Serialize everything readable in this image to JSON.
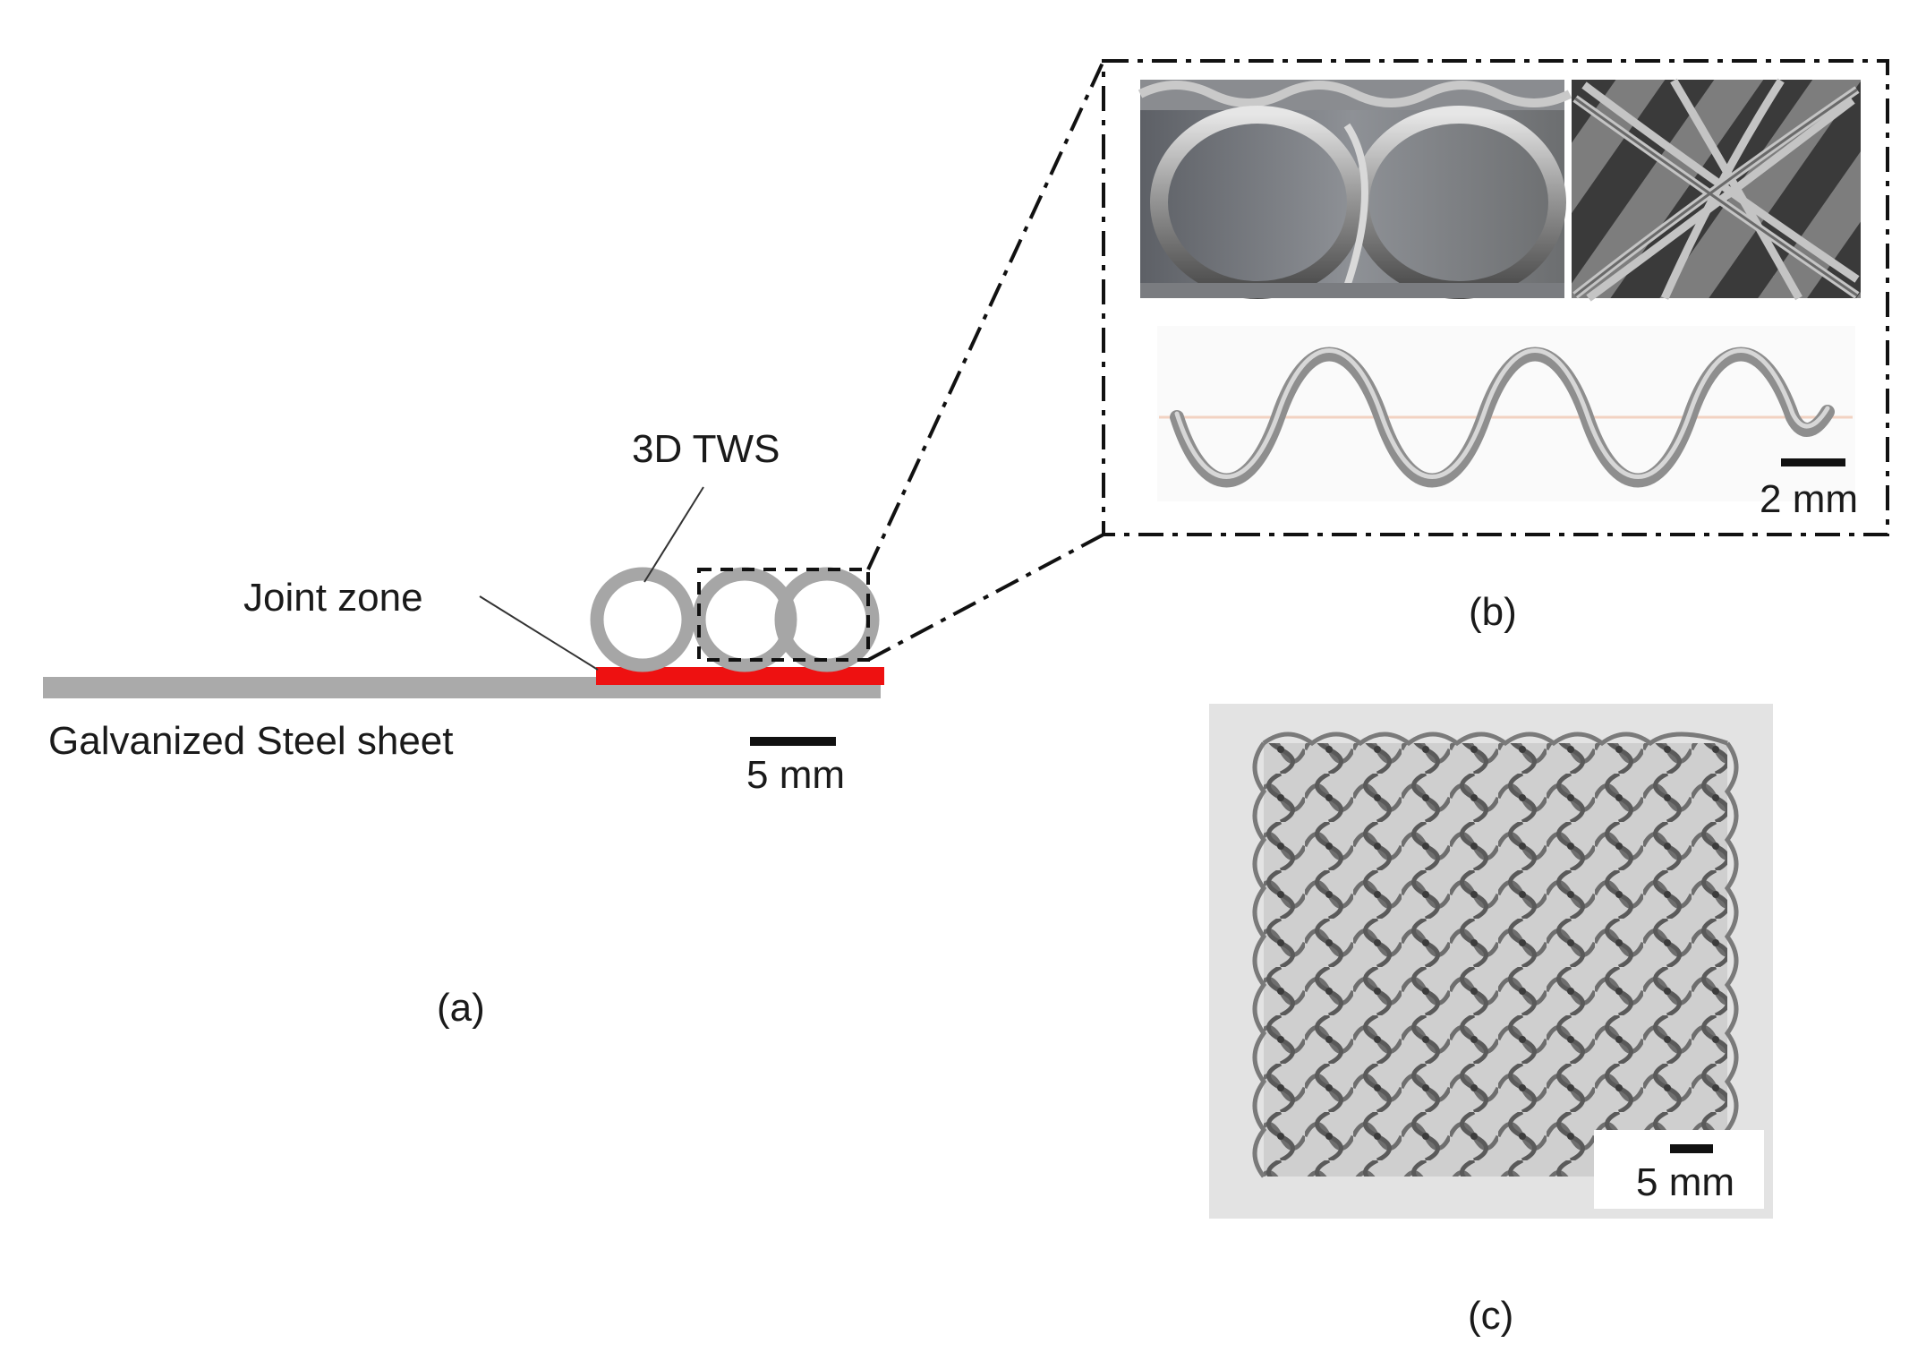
{
  "panel_a": {
    "caption": "(a)",
    "label_tws": "3D TWS",
    "label_joint": "Joint zone",
    "label_sheet": "Galvanized Steel sheet",
    "scale_text": "5 mm",
    "colors": {
      "sheet": "#aaaaaa",
      "joint": "#ee1111",
      "ring": "#a6a6a6"
    }
  },
  "panel_b": {
    "caption": "(b)",
    "scale_text": "2 mm"
  },
  "panel_c": {
    "caption": "(c)",
    "scale_text": "5 mm"
  }
}
